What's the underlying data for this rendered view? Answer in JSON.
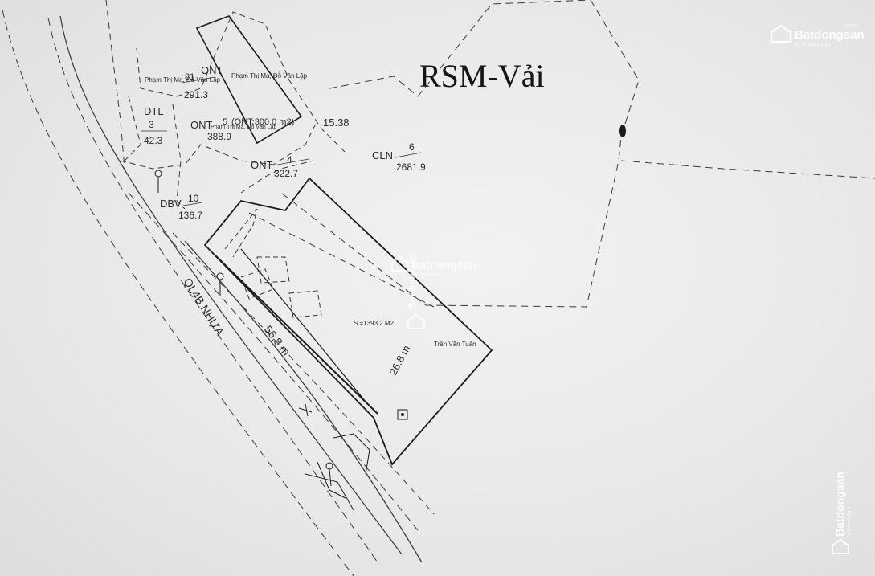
{
  "title": "RSM-Vải",
  "watermark": {
    "brand": "Batdongsan",
    "sub": "by PropertyGuru",
    "domain": ".com.vn"
  },
  "road_label": "QL4B NHỰA",
  "main_lot": {
    "area_text": "S =1393.2 M2",
    "length_text": "56.8 m",
    "width_text": "26.8 m",
    "neighbor": "Trần Văn Tuấn"
  },
  "parcels": [
    {
      "id": "ont-81",
      "type": "ONT",
      "number": "81",
      "area": "291.3",
      "owner": "Phạm Thị Ma, Đỗ Văn Lập"
    },
    {
      "id": "owner-top",
      "owner": "Phạm Thị Ma, Đỗ Văn Lập"
    },
    {
      "id": "ont-5",
      "type": "ONT",
      "number": "5",
      "note": "(ONT:300.0 m2)",
      "area": "388.9",
      "owner": "Phạm Thị Ma, Đỗ Văn Lập"
    },
    {
      "id": "dtl-3",
      "type": "DTL",
      "number": "3",
      "area": "42.3"
    },
    {
      "id": "ont-4",
      "type": "ONT",
      "number": "4",
      "area": "322.7"
    },
    {
      "id": "cln-6",
      "type": "CLN",
      "number": "6",
      "area": "2681.9"
    },
    {
      "id": "dbv-10",
      "type": "DBV",
      "number": "10",
      "area": "136.7"
    }
  ],
  "edge_length": "15.38",
  "colors": {
    "ink": "#1c1c1c",
    "dash": "#3a3a3a",
    "paper": "#eeeeee"
  }
}
